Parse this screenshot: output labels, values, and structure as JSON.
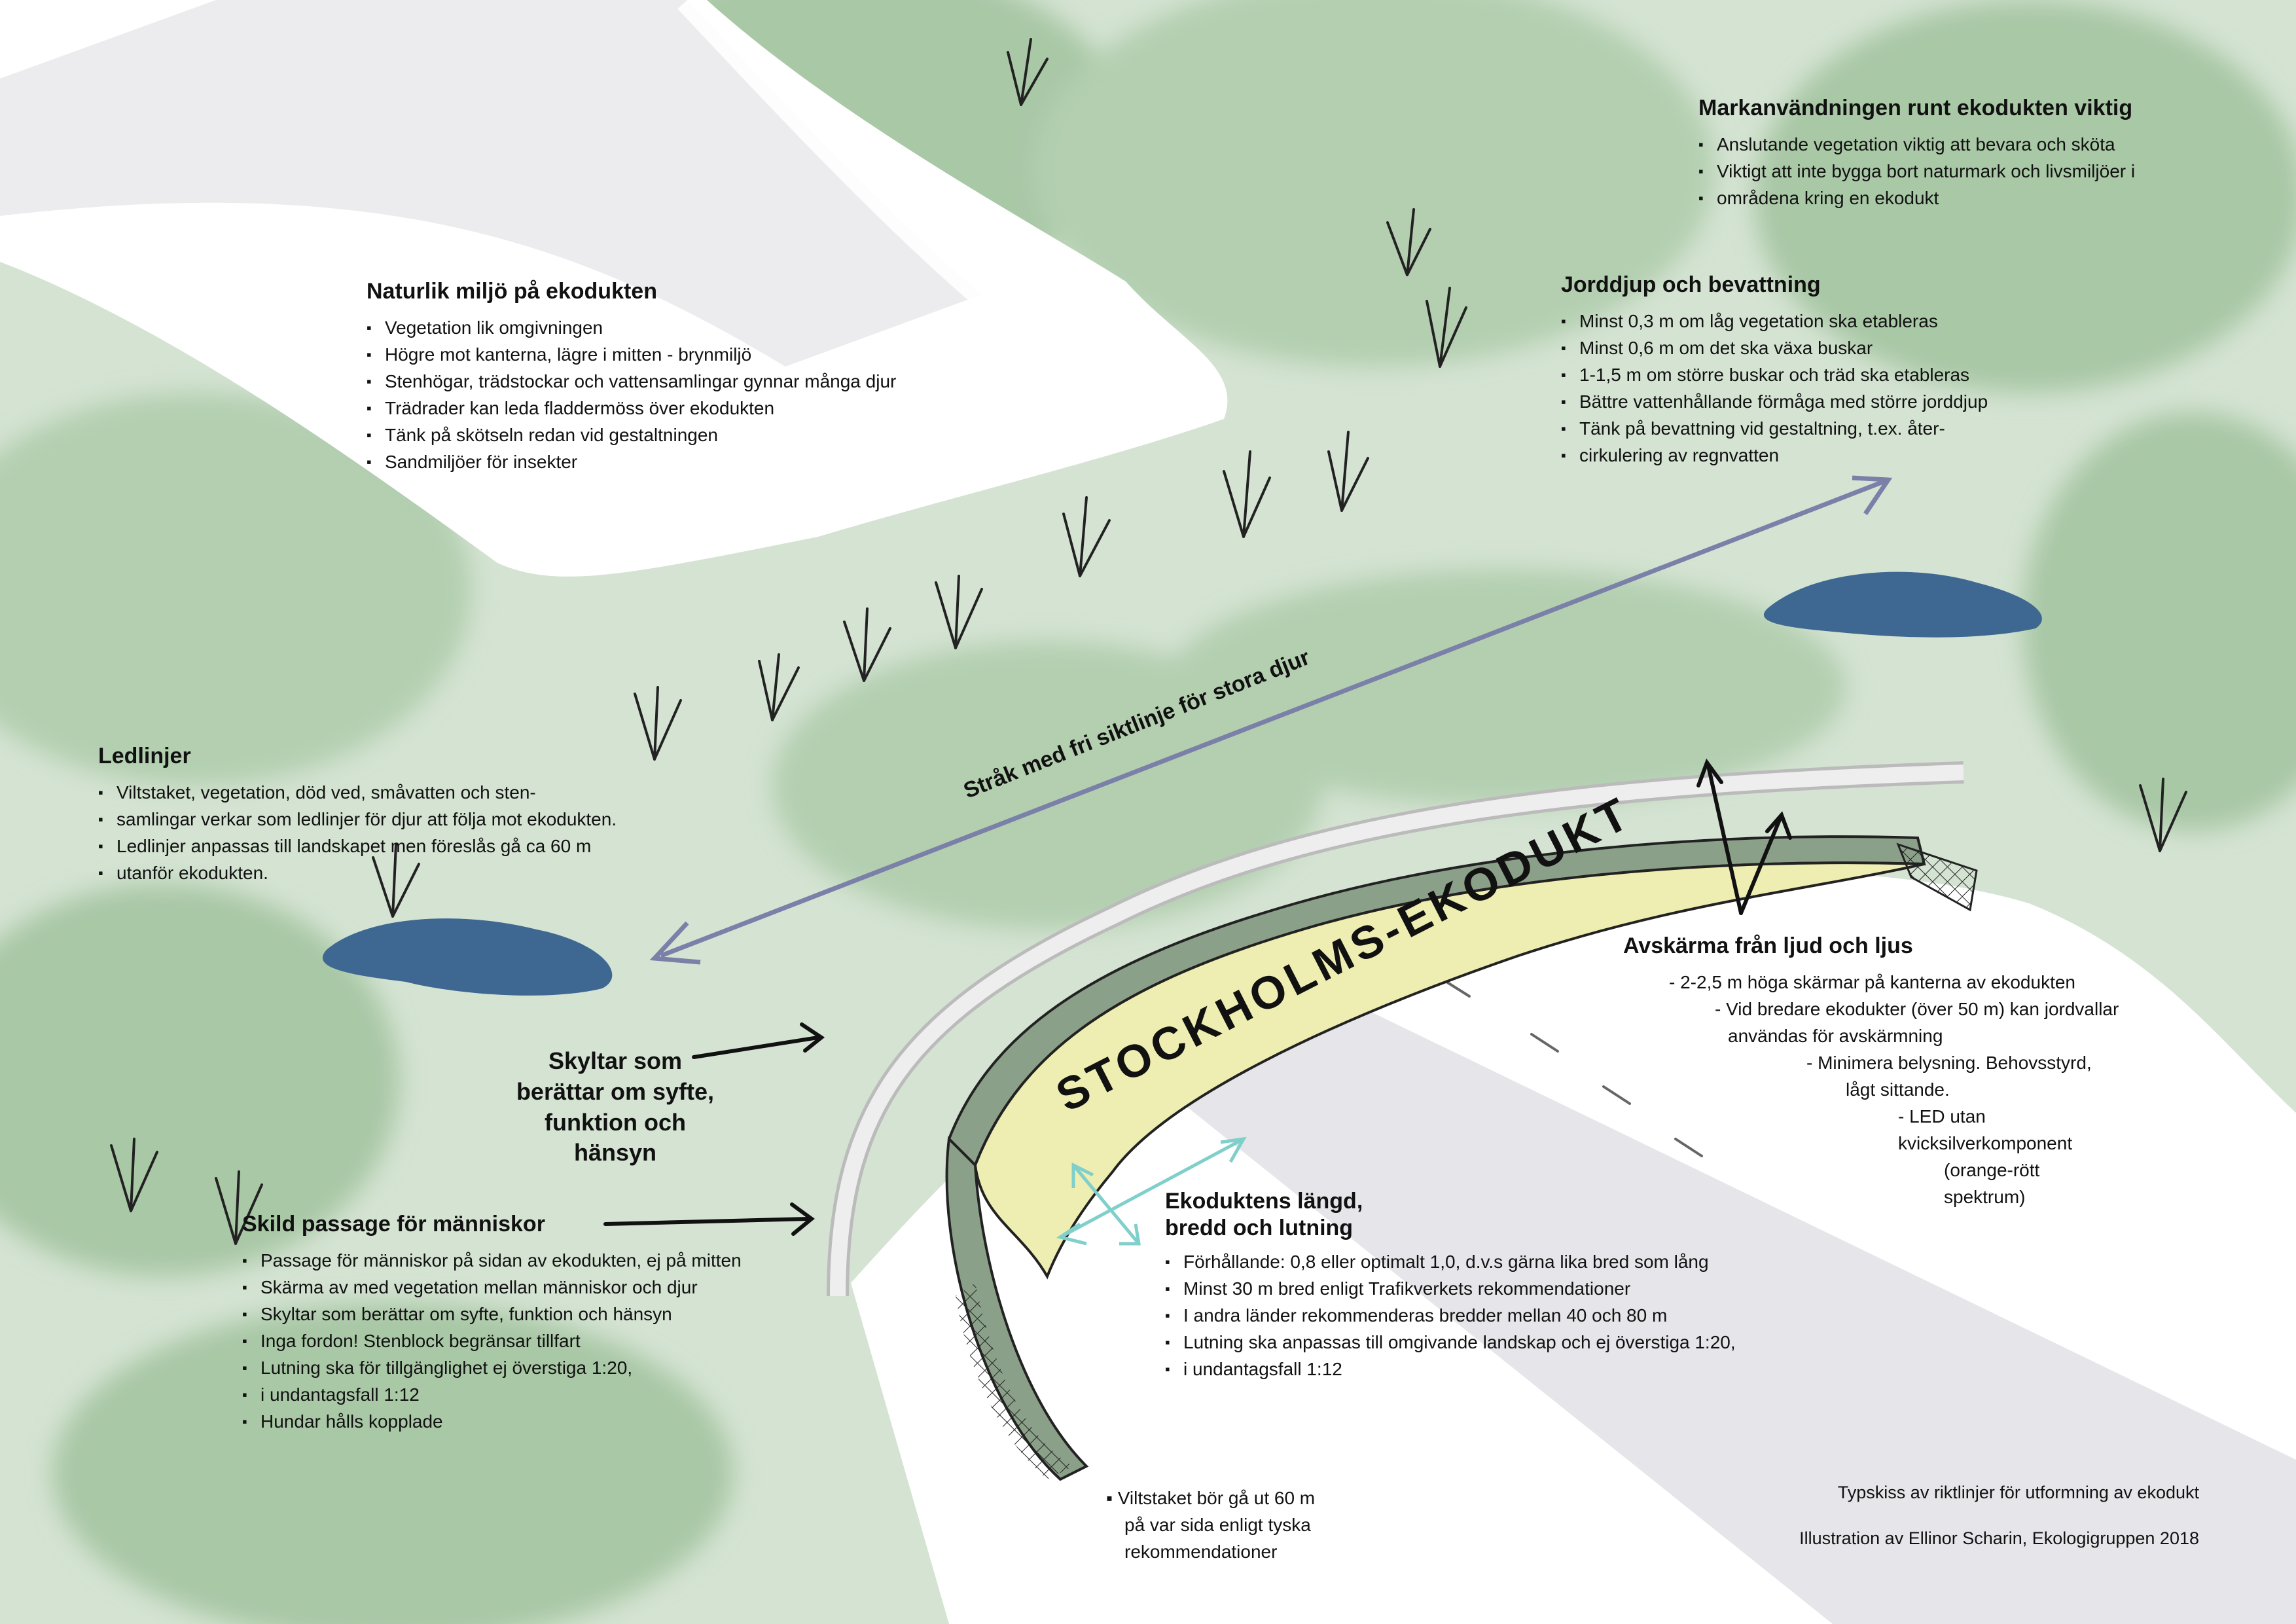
{
  "bridge_sign": "STOCKHOLMS-EKODUKT",
  "sightline_label": "Stråk med fri siktlinje för stora djur",
  "colors": {
    "vegetation_light": "#d4e3d2",
    "vegetation_mid": "#a9c8a6",
    "vegetation_dark": "#7fa67c",
    "water": "#3e6892",
    "road": "#e6e6ea",
    "bridge_deck": "#eeeeb2",
    "screen_wall": "#8ba088",
    "arrow_sightline": "#7a80a8",
    "arrow_dimension": "#7fcfca"
  },
  "blocks": {
    "naturlik": {
      "title": "Naturlik miljö på ekodukten",
      "items": [
        "Vegetation lik omgivningen",
        "Högre mot kanterna, lägre i mitten - brynmiljö",
        "Stenhögar, trädstockar och vattensamlingar gynnar många djur",
        "Trädrader kan leda fladdermöss över ekodukten",
        "Tänk på skötseln redan vid gestaltningen",
        "Sandmiljöer för insekter"
      ]
    },
    "mark": {
      "title": "Markanvändningen runt ekodukten viktig",
      "items": [
        "Anslutande vegetation viktig att bevara och sköta",
        "Viktigt att inte bygga bort naturmark och livsmiljöer i",
        "områdena kring en ekodukt"
      ]
    },
    "jorddjup": {
      "title": "Jorddjup och bevattning",
      "items": [
        "Minst 0,3 m om låg vegetation ska etableras",
        "Minst 0,6 m om det ska växa buskar",
        "1-1,5 m om större buskar och träd ska etableras",
        "Bättre vattenhållande förmåga med större jorddjup",
        "Tänk på bevattning vid gestaltning, t.ex. åter-",
        "cirkulering av regnvatten"
      ]
    },
    "ledlinjer": {
      "title": "Ledlinjer",
      "items": [
        "Viltstaket, vegetation, död ved, småvatten och sten-",
        "samlingar verkar som ledlinjer för djur att följa mot ekodukten.",
        "Ledlinjer anpassas till landskapet men föreslås gå ca 60 m",
        "utanför ekodukten."
      ]
    },
    "avskarma": {
      "title": "Avskärma från ljud och ljus",
      "items": [
        "- 2-2,5 m höga skärmar på kanterna av ekodukten",
        "- Vid bredare ekodukter (över 50 m) kan jordvallar",
        "användas för avskärmning",
        "- Minimera belysning. Behovsstyrd,",
        "lågt sittande.",
        "- LED utan kvicksilverkomponent",
        "(orange-rött spektrum)"
      ]
    },
    "skild": {
      "title": "Skild passage för människor",
      "items": [
        "Passage för människor på sidan av ekodukten, ej på mitten",
        "Skärma av med vegetation mellan människor och djur",
        "Skyltar som berättar om syfte, funktion och hänsyn",
        "Inga fordon! Stenblock begränsar tillfart",
        "Lutning ska för tillgänglighet ej överstiga 1:20,",
        "i undantagsfall 1:12",
        "Hundar hålls kopplade"
      ]
    },
    "langd": {
      "title_line1": "Ekoduktens längd,",
      "title_line2": "bredd och lutning",
      "items": [
        "Förhållande: 0,8 eller optimalt 1,0, d.v.s gärna lika bred som lång",
        "Minst 30 m bred enligt Trafikverkets rekommendationer",
        "I andra länder rekommenderas bredder mellan 40 och  80 m",
        "Lutning ska anpassas till omgivande landskap och ej överstiga 1:20,",
        "i undantagsfall 1:12"
      ]
    }
  },
  "skyltar": {
    "line1": "Skyltar som",
    "line2": "berättar om syfte,",
    "line3": "funktion och",
    "line4": "hänsyn"
  },
  "viltstaket": {
    "line1": "Viltstaket bör gå ut 60 m",
    "line2": "på var sida enligt tyska",
    "line3": "rekommendationer"
  },
  "credits": {
    "line1": "Typskiss av riktlinjer för utformning av ekodukt",
    "line2": "Illustration av Ellinor Scharin, Ekologigruppen 2018"
  }
}
